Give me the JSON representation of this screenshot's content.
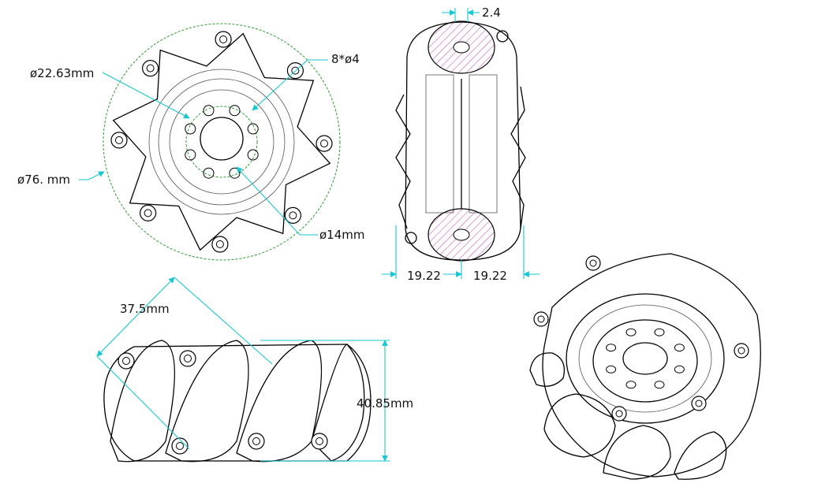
{
  "colors": {
    "outline": "#000000",
    "dimension": "#19c6d4",
    "construction": "#2a9d2a",
    "hatch": "#c040c0",
    "background": "#ffffff"
  },
  "labels": {
    "inner_circle_diameter": "ø22.63mm",
    "hole_pattern": "8*ø4",
    "outer_diameter": "ø76. mm",
    "bore_diameter": "ø14mm",
    "roller_gap": "2.4",
    "half_width_left": "19.22",
    "half_width_right": "19.22",
    "diagonal_length": "37.5mm",
    "height": "40.85mm"
  }
}
